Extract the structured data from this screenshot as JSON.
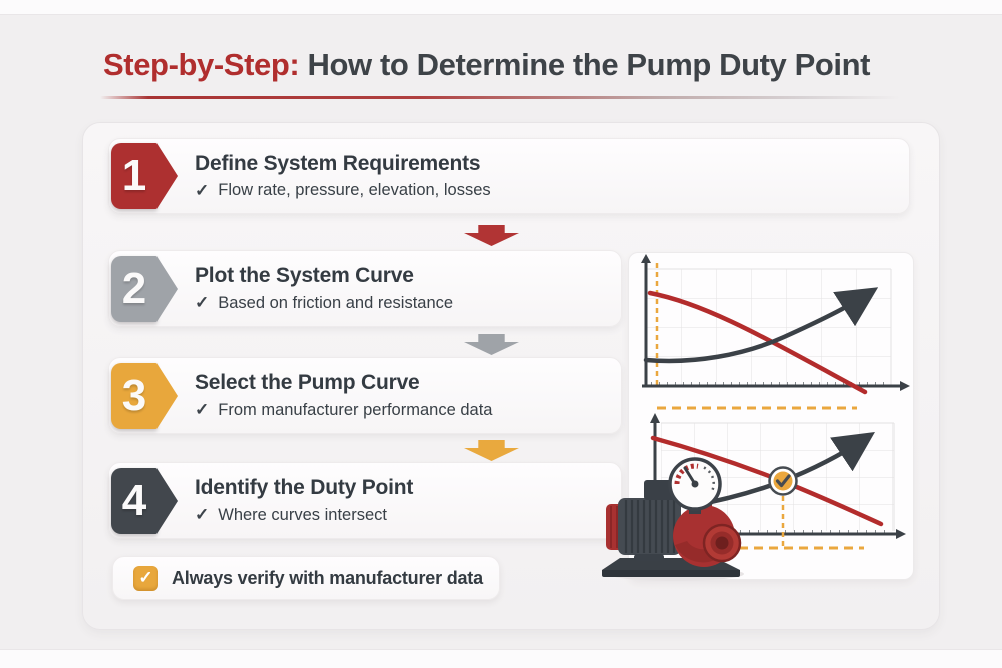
{
  "header": {
    "title_highlight": "Step-by-Step:",
    "title_rest": " How to Determine the Pump Duty Point"
  },
  "glyphs": {
    "check": "✓"
  },
  "steps": [
    {
      "number": "1",
      "title": "Define System Requirements",
      "subtitle": "Flow rate, pressure, elevation, losses",
      "badge_color": "#ad3030",
      "arrow_color": "#b13434"
    },
    {
      "number": "2",
      "title": "Plot the System Curve",
      "subtitle": "Based on friction and resistance",
      "badge_color": "#9fa3a8",
      "arrow_color": "#9fa3a8"
    },
    {
      "number": "3",
      "title": "Select the Pump Curve",
      "subtitle": "From manufacturer performance data",
      "badge_color": "#e8a73c",
      "arrow_color": "#e9a93e"
    },
    {
      "number": "4",
      "title": "Identify the Duty Point",
      "subtitle": "Where curves intersect",
      "badge_color": "#42474d",
      "arrow_color": null
    }
  ],
  "note": {
    "label": "Always verify with manufacturer data"
  },
  "colors": {
    "page-bg": "#f1eff0",
    "title-red": "#b02e2e",
    "title-dark": "#3e4348",
    "text-dark": "#343b42",
    "accent-amber": "#e8a73c",
    "curve-red": "#b32c2c",
    "curve-dark": "#3b4147",
    "dashed-orange": "#eaa73e"
  },
  "chart_data": [
    {
      "type": "line",
      "panel": "system-vs-pump-curve-plot",
      "title": "",
      "xlabel": "",
      "ylabel": "",
      "grid": true,
      "legend": "none",
      "axis_ticks_labeled": false,
      "series": [
        {
          "name": "Pump curve (descending)",
          "color": "#b32c2c",
          "points_norm": [
            [
              0.02,
              0.78
            ],
            [
              0.3,
              0.62
            ],
            [
              0.6,
              0.33
            ],
            [
              0.9,
              0.02
            ]
          ]
        },
        {
          "name": "System curve (ascending)",
          "color": "#3b4147",
          "points_norm": [
            [
              0.0,
              0.21
            ],
            [
              0.3,
              0.25
            ],
            [
              0.6,
              0.45
            ],
            [
              0.92,
              0.75
            ]
          ]
        }
      ],
      "annotations": [
        "orange dashed vertical guide near y-axis",
        "curves intersect near x=0.55"
      ]
    },
    {
      "type": "line",
      "panel": "duty-point-plot",
      "title": "",
      "xlabel": "",
      "ylabel": "",
      "grid": true,
      "legend": "none",
      "axis_ticks_labeled": false,
      "series": [
        {
          "name": "Pump curve (descending)",
          "color": "#b32c2c",
          "points_norm": [
            [
              0.0,
              0.82
            ],
            [
              0.35,
              0.62
            ],
            [
              0.55,
              0.45
            ],
            [
              0.95,
              0.08
            ]
          ]
        },
        {
          "name": "System curve (ascending)",
          "color": "#3b4147",
          "points_norm": [
            [
              0.18,
              0.24
            ],
            [
              0.55,
              0.45
            ],
            [
              0.75,
              0.62
            ],
            [
              0.88,
              0.78
            ]
          ]
        }
      ],
      "duty_point_norm": [
        0.55,
        0.45
      ],
      "annotations": [
        "amber checkmark badge at curve intersection (duty point)",
        "orange dashed guides from duty point toward axes",
        "orange dashed horizontal reference lines above and below plot"
      ]
    }
  ]
}
